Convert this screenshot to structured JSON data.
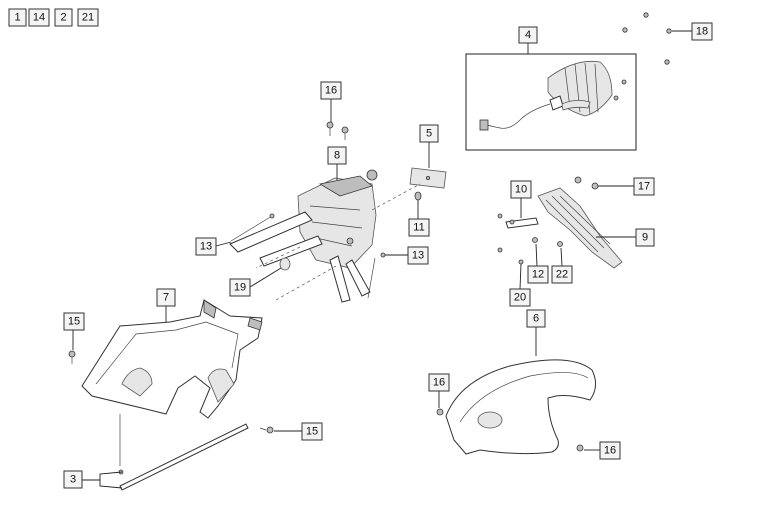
{
  "header_tags": [
    "1",
    "14",
    "2",
    "21"
  ],
  "callouts": {
    "c3": "3",
    "c4": "4",
    "c5": "5",
    "c6": "6",
    "c7": "7",
    "c8": "8",
    "c9": "9",
    "c10": "10",
    "c11": "11",
    "c12": "12",
    "c13a": "13",
    "c13b": "13",
    "c15a": "15",
    "c15b": "15",
    "c16a": "16",
    "c16b": "16",
    "c16c": "16",
    "c17": "17",
    "c18": "18",
    "c19": "19",
    "c20": "20",
    "c22": "22"
  }
}
